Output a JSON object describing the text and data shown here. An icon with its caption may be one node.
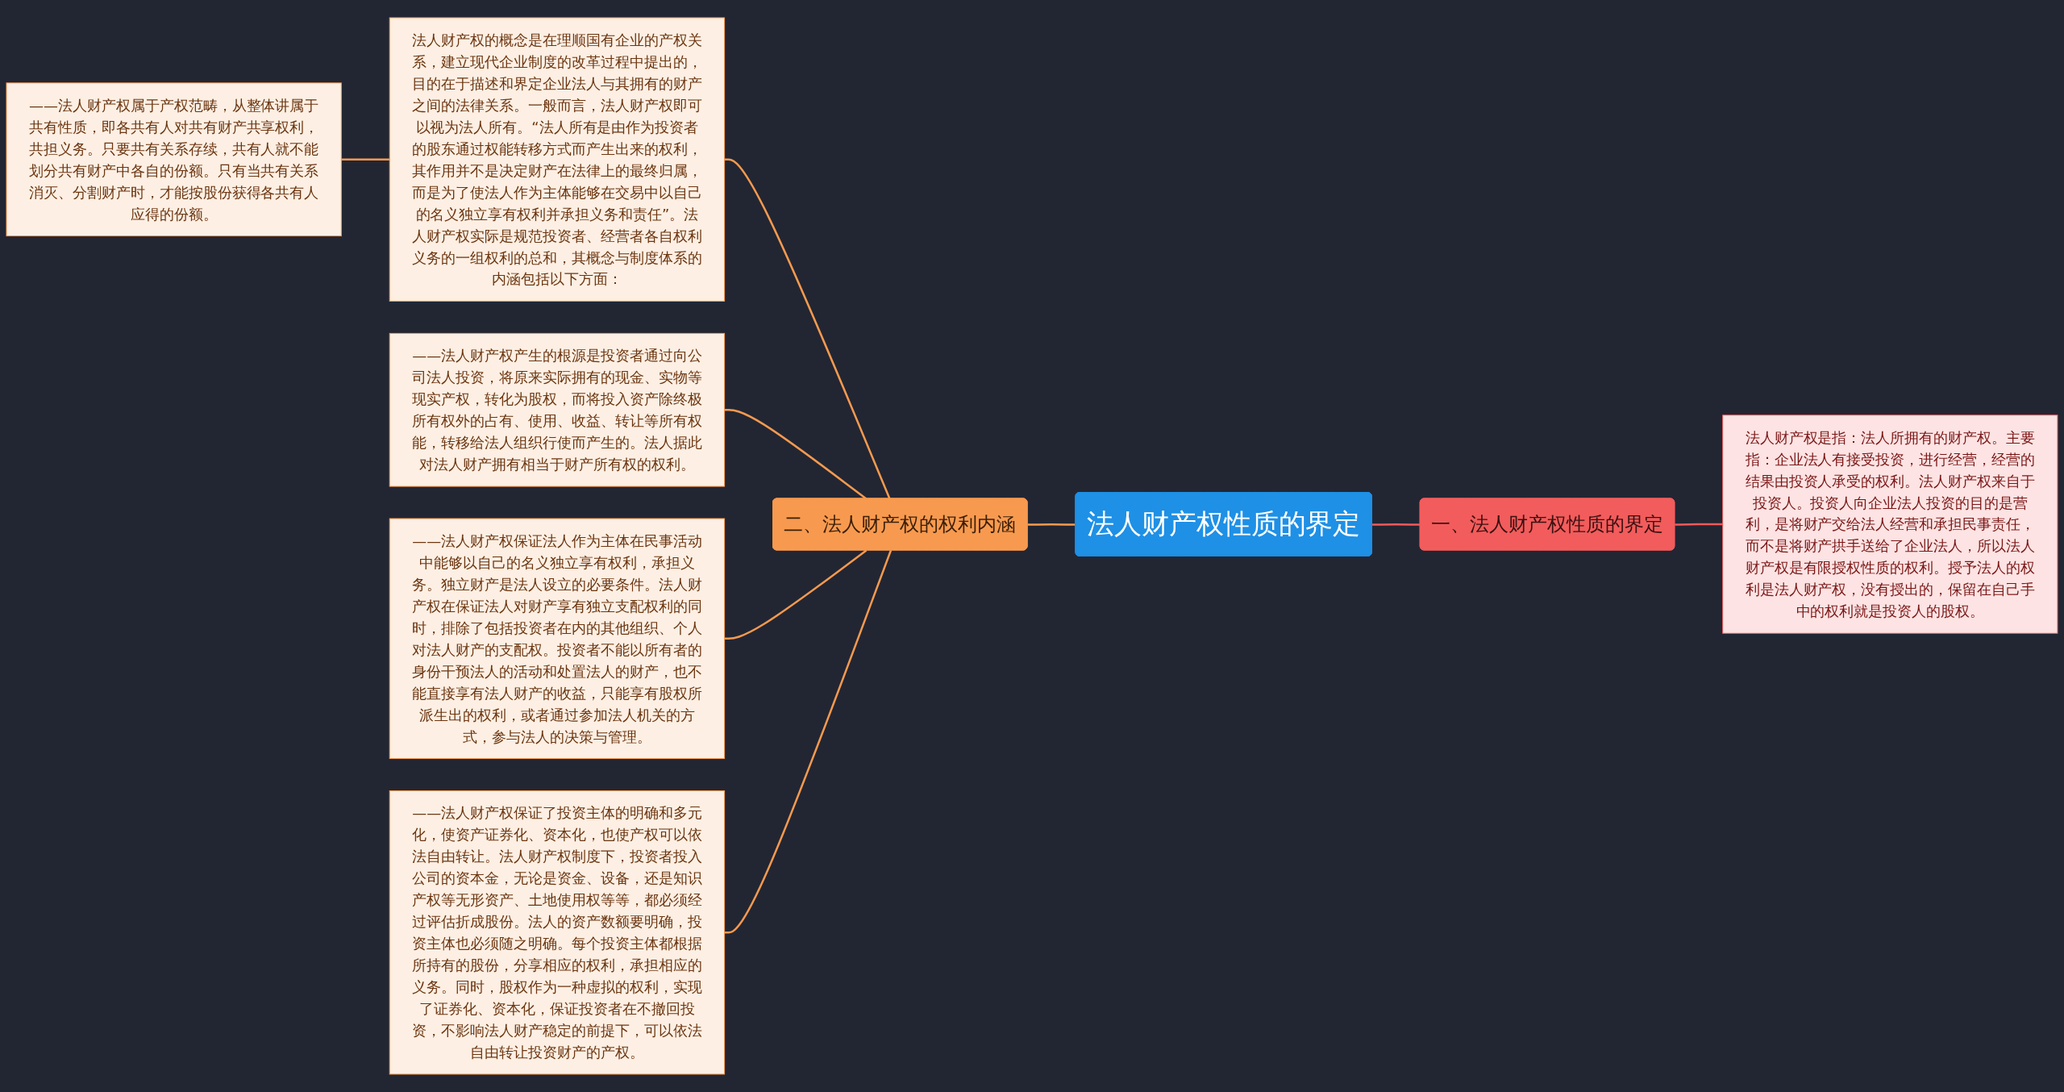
{
  "diagram": {
    "nodes": [
      {
        "text": [
          "法人财产权性质的界定"
        ]
      },
      {
        "text": [
          "一、法人财产权性质的界定"
        ]
      },
      {
        "text": [
          "法人财产权是指：法人所拥有的财产权。主要指：企业法人有接受投资，进行经营，经营的结果由投资人承受的权利。法人财产权来自于投资人。投资人向企业法人投资的目的是营利，是将财产交给法人经营和承担民事责任，而不是将财产拱手送给了企业法人，所以法人财产权是有限授权性质的权利。授予法人的权利是法人财产权，没有授出的，保留在自己手中的权利就是投资人的股权。"
        ]
      },
      {
        "text": [
          "二、法人财产权的权利内涵"
        ]
      },
      {
        "text": [
          "法人财产权的概念是在理顺国有企业的产权关系，建立现代企业制度的改革过程中提出的，目的在于描述和界定企业法人与其拥有的财产之间的法律关系。一般而言，法人财产权即可以视为法人所有。“法人所有是由作为投资者的股东通过权能转移方式而产生出来的权利，其作用并不是决定财产在法律上的最终归属，而是为了使法人作为主体能够在交易中以自己的名义独立享有权利并承担义务和责任”。法人财产权实际是规范投资者、经营者各自权利义务的一组权利的总和，其概念与制度体系的内涵包括以下方面："
        ]
      },
      {
        "text": [
          "——法人财产权属于产权范畴，从整体讲属于共有性质，即各共有人对共有财产共享权利，共担义务。只要共有关系存续，共有人就不能划分共有财产中各自的份额。只有当共有关系消灭、分割财产时，才能按股份获得各共有人应得的份额。"
        ]
      },
      {
        "text": [
          "——法人财产权产生的根源是投资者通过向公司法人投资，将原来实际拥有的现金、实物等现实产权，转化为股权，而将投入资产除终极所有权外的占有、使用、收益、转让等所有权能，转移给法人组织行使而产生的。法人据此对法人财产拥有相当于财产所有权的权利。"
        ]
      },
      {
        "text": [
          "——法人财产权保证法人作为主体在民事活动中能够以自己的名义独立享有权利，承担义务。独立财产是法人设立的必要条件。法人财产权在保证法人对财产享有独立支配权利的同时，排除了包括投资者在内的其他组织、个人对法人财产的支配权。投资者不能以所有者的身份干预法人的活动和处置法人的财产，也不能直接享有法人财产的收益，只能享有股权所派生出的权利，或者通过参加法人机关的方式，参与法人的决策与管理。"
        ]
      },
      {
        "text": [
          "——法人财产权保证了投资主体的明确和多元化，使资产证券化、资本化，也使产权可以依法自由转让。法人财产权制度下，投资者投入公司的资本金，无论是资金、设备，还是知识产权等无形资产、土地使用权等等，都必须经过评估折成股份。法人的资产数额要明确，投资主体也必须随之明确。每个投资主体都根据所持有的股份，分享相应的权利，承担相应的义务。同时，股权作为一种虚拟的权利，实现了证券化、资本化，保证投资者在不撤回投资，不影响法人财产稳定的前提下，可以依法自由转让投资财产的产权。"
        ]
      }
    ],
    "edges": [
      {
        "from": 0,
        "to": 1,
        "arrow": "none",
        "color": "#f05a5a"
      },
      {
        "from": 1,
        "to": 2,
        "arrow": "none",
        "color": "#f05a5a"
      },
      {
        "from": 3,
        "to": 0,
        "arrow": "none"
      },
      {
        "from": 4,
        "to": 3,
        "arrow": "none"
      },
      {
        "from": 5,
        "to": 4,
        "arrow": "none"
      },
      {
        "from": 6,
        "to": 3,
        "arrow": "none"
      },
      {
        "from": 7,
        "to": 3,
        "arrow": "none"
      },
      {
        "from": 8,
        "to": 3,
        "arrow": "none"
      }
    ]
  }
}
